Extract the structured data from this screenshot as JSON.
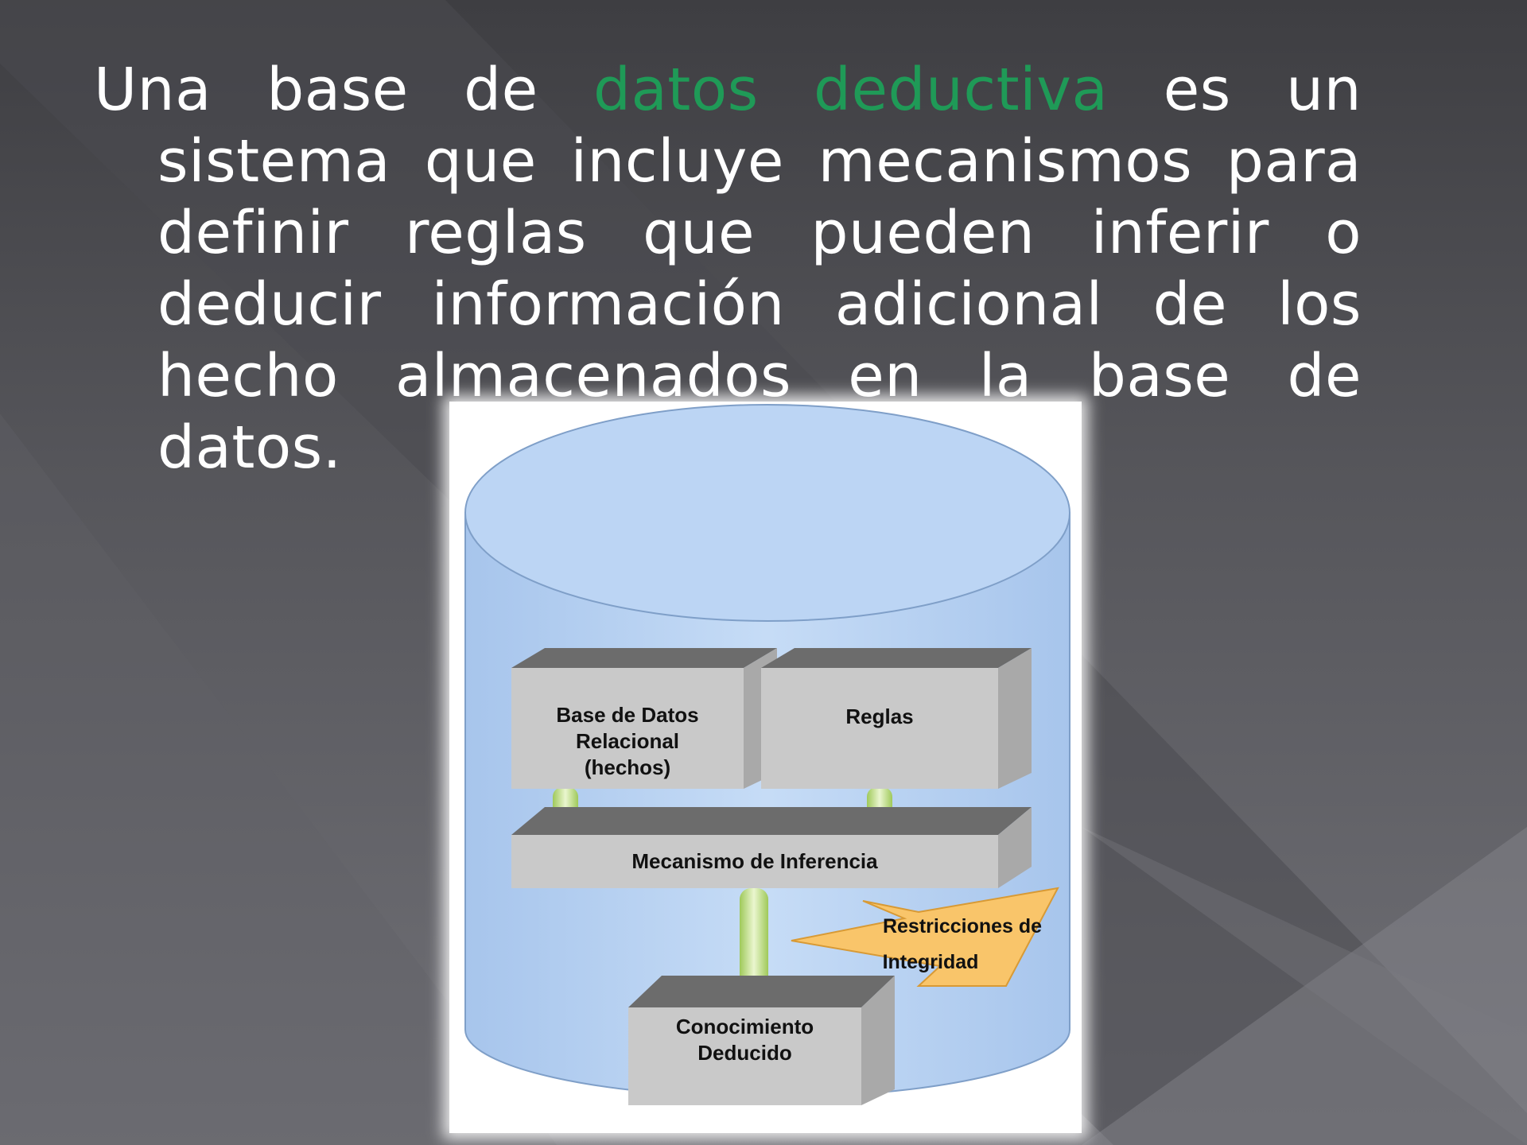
{
  "slide": {
    "text_before": "Una base de ",
    "highlight": "datos deductiva",
    "text_after": " es un sistema que incluye mecanismos para definir reglas que pueden inferir o deducir información adicional de los hecho almacenados en la base de datos."
  },
  "diagram": {
    "relational_db": "Base de Datos Relacional (hechos)",
    "rules": "Reglas",
    "inference": "Mecanismo de Inferencia",
    "constraints_line1": "Restricciones de",
    "constraints_line2": "Integridad",
    "deduced": "Conocimiento Deducido"
  },
  "colors": {
    "highlight": "#1f9a57",
    "cylinder": "#b8d3f3",
    "connector": "#c9e39a",
    "arrow": "#f9c56a"
  }
}
